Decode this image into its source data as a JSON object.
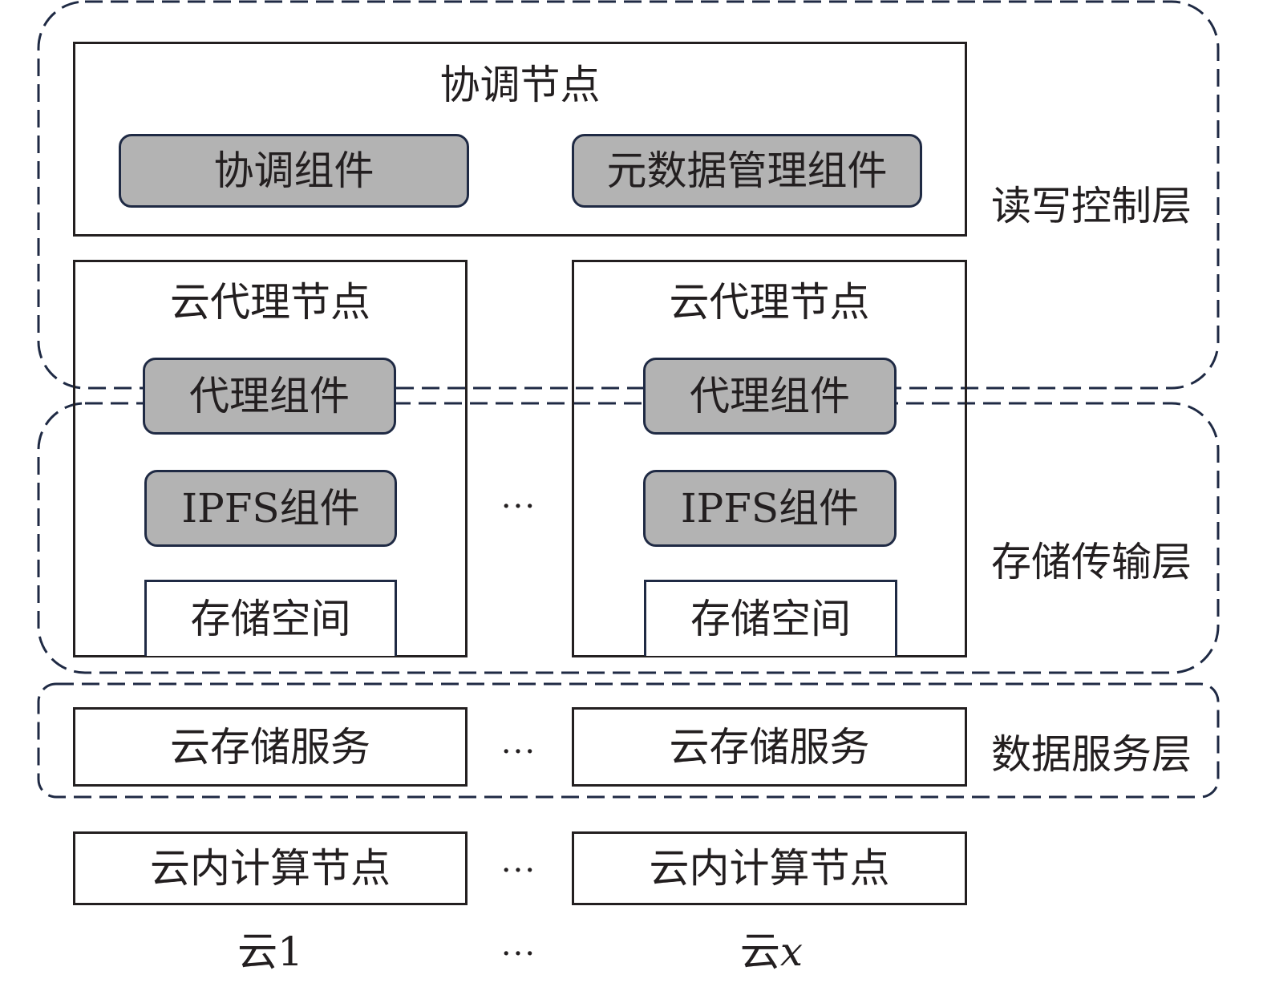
{
  "layers": {
    "read_write": "读写控制层",
    "storage_transfer": "存储传输层",
    "data_service": "数据服务层"
  },
  "coordinator": {
    "title": "协调节点",
    "components": [
      "协调组件",
      "元数据管理组件"
    ]
  },
  "proxy_nodes": [
    {
      "title": "云代理节点",
      "proxy_component": "代理组件",
      "ipfs_component": "IPFS组件",
      "storage": "存储空间"
    },
    {
      "title": "云代理节点",
      "proxy_component": "代理组件",
      "ipfs_component": "IPFS组件",
      "storage": "存储空间"
    }
  ],
  "cloud_storage_services": [
    "云存储服务",
    "云存储服务"
  ],
  "compute_nodes": [
    "云内计算节点",
    "云内计算节点"
  ],
  "clouds": {
    "first": "云1",
    "last_prefix": "云",
    "last_var": "x"
  },
  "ellipsis": "···",
  "colors": {
    "component_fill": "#b3b3b3",
    "dashed_outline": "#1f2a44",
    "box_border": "#231f20"
  }
}
